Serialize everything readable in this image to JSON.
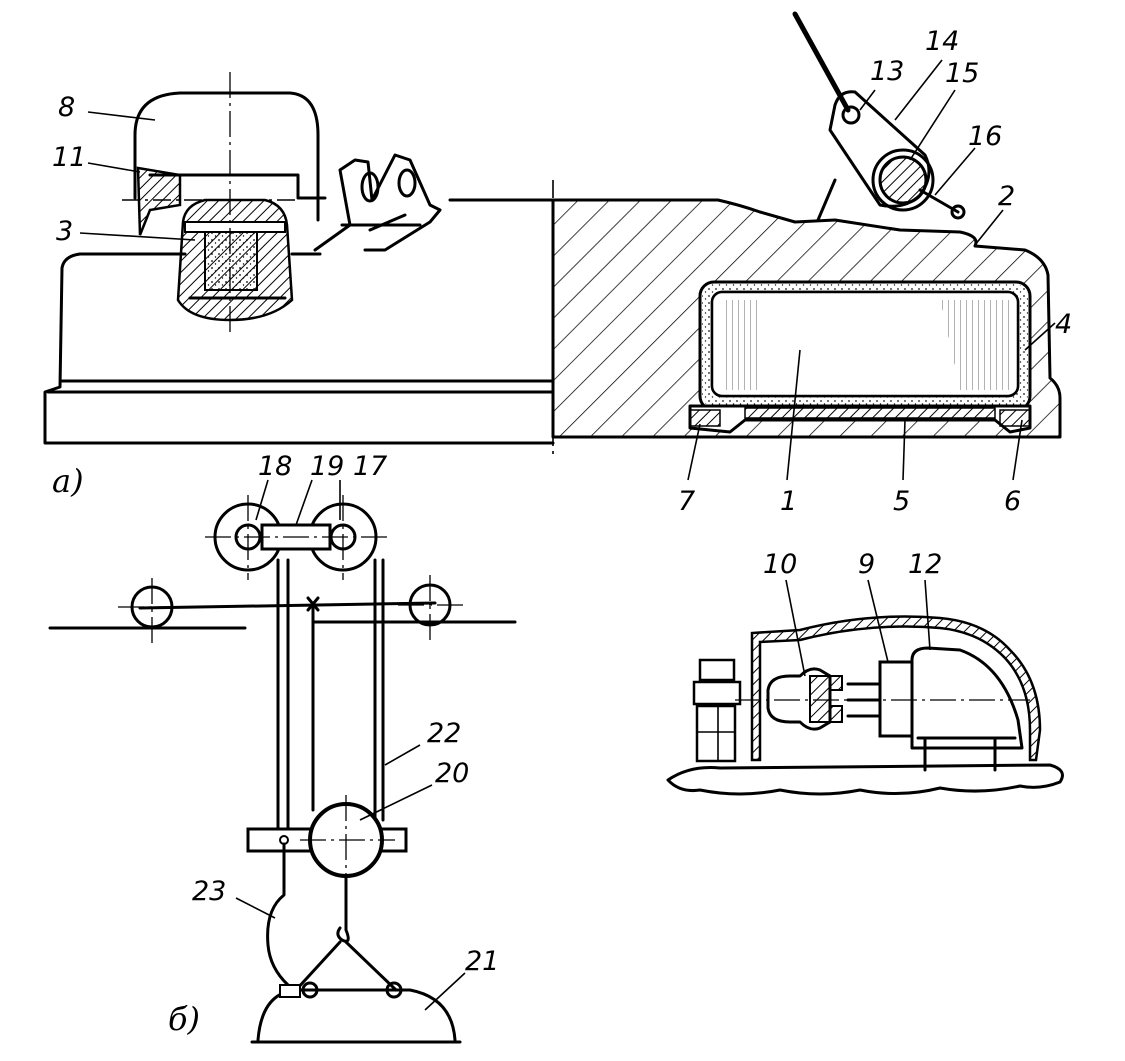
{
  "figure_a": {
    "caption": "а)",
    "labels": [
      "1",
      "2",
      "3",
      "4",
      "5",
      "6",
      "7",
      "8",
      "11",
      "13",
      "14",
      "15",
      "16"
    ]
  },
  "figure_b": {
    "caption": "б)",
    "labels": [
      "17",
      "18",
      "19",
      "20",
      "21",
      "22",
      "23"
    ]
  },
  "figure_c": {
    "labels": [
      "9",
      "10",
      "12"
    ]
  }
}
